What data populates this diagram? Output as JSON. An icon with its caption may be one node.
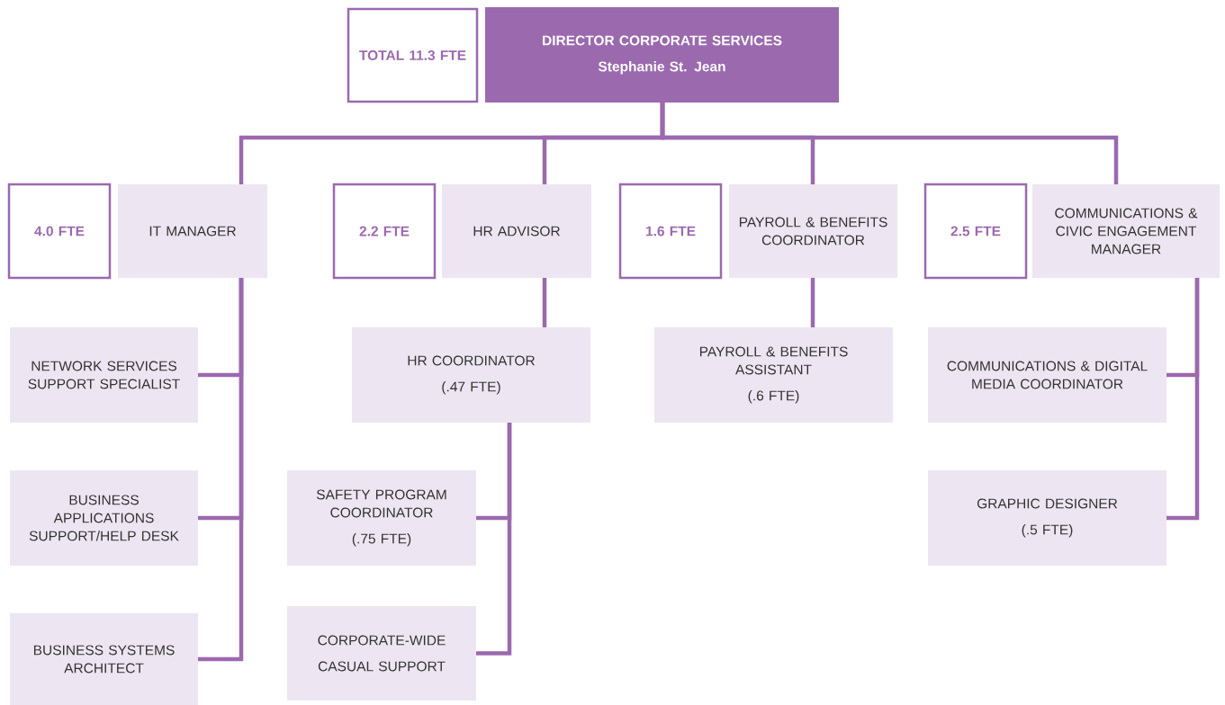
{
  "diagram": {
    "nodes": [
      {
        "text": [
          "TOTAL 11.3 FTE"
        ]
      },
      {
        "text": [
          "DIRECTOR CORPORATE SERVICES",
          "Stephanie St. Jean"
        ]
      },
      {
        "text": [
          "4.0 FTE"
        ]
      },
      {
        "text": [
          "IT MANAGER"
        ]
      },
      {
        "text": [
          "2.2 FTE"
        ]
      },
      {
        "text": [
          "HR ADVISOR"
        ]
      },
      {
        "text": [
          "1.6 FTE"
        ]
      },
      {
        "text": [
          "PAYROLL & BENEFITS COORDINATOR"
        ]
      },
      {
        "text": [
          "2.5 FTE"
        ]
      },
      {
        "text": [
          "COMMUNICATIONS & CIVIC ENGAGEMENT MANAGER"
        ]
      },
      {
        "text": [
          "NETWORK SERVICES SUPPORT SPECIALIST"
        ]
      },
      {
        "text": [
          "BUSINESS APPLICATIONS SUPPORT/HELP DESK"
        ]
      },
      {
        "text": [
          "BUSINESS SYSTEMS ARCHITECT"
        ]
      },
      {
        "text": [
          "HR COORDINATOR",
          "(.47 FTE)"
        ]
      },
      {
        "text": [
          "SAFETY PROGRAM COORDINATOR",
          "(.75 FTE)"
        ]
      },
      {
        "text": [
          "CORPORATE-WIDE",
          "CASUAL SUPPORT"
        ]
      },
      {
        "text": [
          "PAYROLL & BENEFITS ASSISTANT",
          "(.6 FTE)"
        ]
      },
      {
        "text": [
          "COMMUNICATIONS & DIGITAL MEDIA COORDINATOR"
        ]
      },
      {
        "text": [
          "GRAPHIC DESIGNER",
          "(.5 FTE)"
        ]
      }
    ],
    "edges": [
      {
        "from": 1,
        "to": 3,
        "arrow": "none"
      },
      {
        "from": 1,
        "to": 5,
        "arrow": "none"
      },
      {
        "from": 1,
        "to": 7,
        "arrow": "none"
      },
      {
        "from": 1,
        "to": 9,
        "arrow": "none"
      },
      {
        "from": 3,
        "to": 10,
        "arrow": "none"
      },
      {
        "from": 3,
        "to": 11,
        "arrow": "none"
      },
      {
        "from": 3,
        "to": 12,
        "arrow": "none"
      },
      {
        "from": 5,
        "to": 13,
        "arrow": "none"
      },
      {
        "from": 13,
        "to": 14,
        "arrow": "none"
      },
      {
        "from": 13,
        "to": 15,
        "arrow": "none"
      },
      {
        "from": 7,
        "to": 16,
        "arrow": "none"
      },
      {
        "from": 9,
        "to": 17,
        "arrow": "none"
      },
      {
        "from": 9,
        "to": 18,
        "arrow": "none"
      }
    ]
  }
}
